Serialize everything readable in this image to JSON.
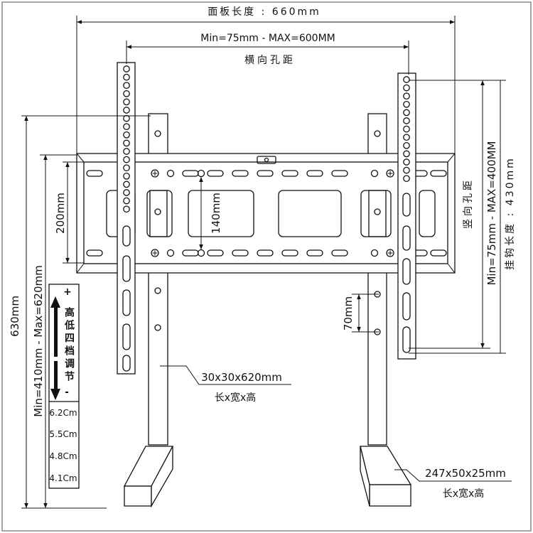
{
  "labels": {
    "panel_length": "面板长度 : 660mm",
    "horizontal_range": "Min=75mm - MAX=600MM",
    "horizontal_hole_spacing": "横向孔距",
    "vertical_hole_spacing": "竖向孔距",
    "vertical_range": "Min=75mm - MAX=400MM",
    "hook_length": "挂钩长度 : 430mm",
    "slot_spacing": "140mm",
    "plate_height": "200mm",
    "height_range": "Min=410mm - Max=620mm",
    "total_height": "630mm",
    "post_hole_spacing": "70mm",
    "post_size": "30x30x620mm",
    "post_size_caption": "长x宽x高",
    "foot_size": "247x50x25mm",
    "foot_size_caption": "长x宽x高"
  },
  "adjust_box": {
    "plus": "+",
    "minus": "-",
    "text": "高低四档调节",
    "levels": [
      "6.2Cm",
      "5.5Cm",
      "4.8Cm",
      "4.1Cm"
    ]
  },
  "colors": {
    "line": "#111111",
    "border": "#888888",
    "background": "#ffffff"
  }
}
